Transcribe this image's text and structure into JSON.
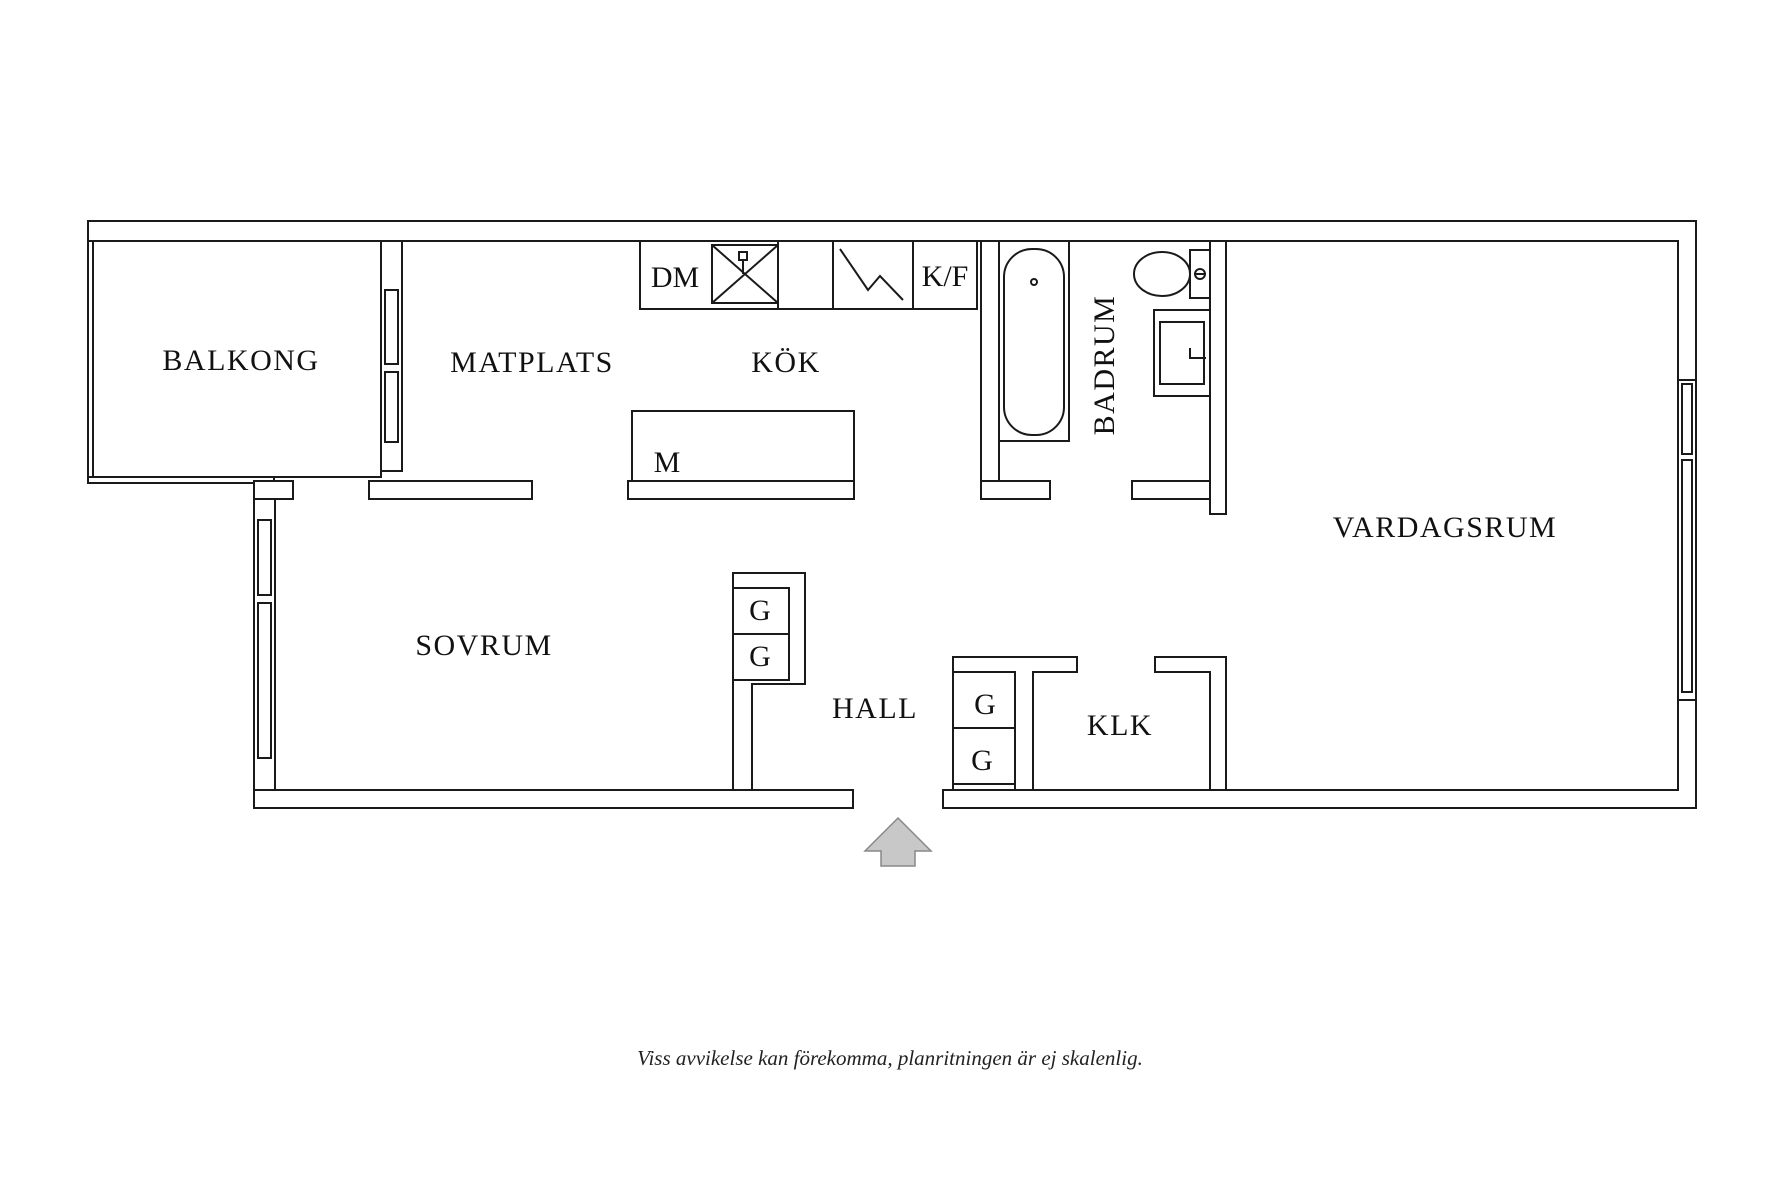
{
  "rooms": {
    "balkong": "BALKONG",
    "matplats": "MATPLATS",
    "kok": "KÖK",
    "badrum": "BADRUM",
    "vardagsrum": "VARDAGSRUM",
    "sovrum": "SOVRUM",
    "hall": "HALL",
    "klk": "KLK"
  },
  "fixtures": {
    "dishwasher": "DM",
    "fridge_freezer": "K/F",
    "microwave": "M",
    "wardrobe_1": "G",
    "wardrobe_2": "G",
    "wardrobe_3": "G",
    "wardrobe_4": "G"
  },
  "disclaimer": "Viss avvikelse kan förekomma, planritningen är ej skalenlig.",
  "colors": {
    "line": "#1a1a1a",
    "entrance_arrow": "#c8c8c8"
  }
}
